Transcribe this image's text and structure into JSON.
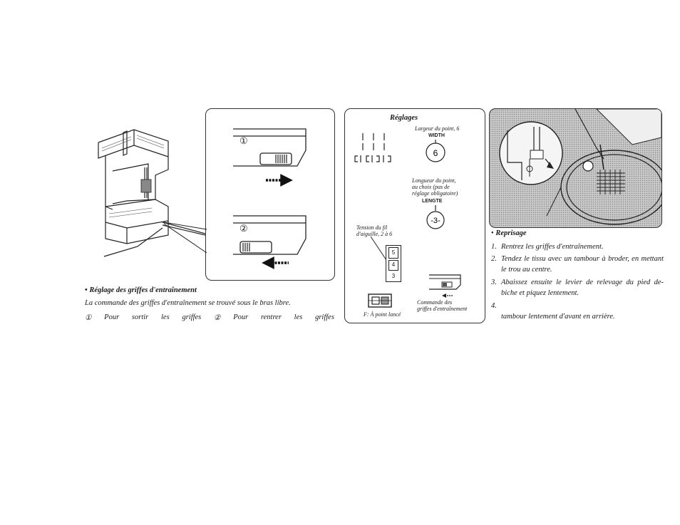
{
  "left_panel": {
    "label_1": "①",
    "label_2": "②"
  },
  "left_caption": {
    "title": "Réglage des griffes d'entraînement",
    "text": "La commande des griffes d'entraînement se trouvé sous le bras libre.",
    "line3": [
      "①",
      "Pour",
      "sortir",
      "les",
      "griffes",
      "②",
      "Pour",
      "rentrer",
      "les",
      "griffes"
    ]
  },
  "middle_panel": {
    "title": "Réglages",
    "width_label": "Largeur du point, 6",
    "width_dial": "WIDTH",
    "width_value": "6",
    "length_label_1": "Longueur du point,",
    "length_label_2": "au choix (pas de",
    "length_label_3": "réglage obligatoire)",
    "length_dial": "LENGTE",
    "length_value": "3",
    "tension_label_1": "Tension du fil",
    "tension_label_2": "d'aiguille, 2 à 6",
    "tension_values": [
      "5",
      "4",
      "3"
    ],
    "foot_label": "F: À point lancé",
    "feed_label_1": "Commande des",
    "feed_label_2": "griffes d'entraînement"
  },
  "right_panel": {
    "heading": "Reprisage",
    "items": [
      {
        "num": "1.",
        "text": "Rentrez les griffes d'entraînement."
      },
      {
        "num": "2.",
        "text": "Tendez le tissu avec un tambour à broder, en mettant le trou au centre."
      },
      {
        "num": "3.",
        "text": "Abaissez ensuite le levier de relevage du pied de-biche et piquez lentement."
      },
      {
        "num": "4.",
        "text": "tambour lentement d'avant en arrière."
      }
    ]
  }
}
